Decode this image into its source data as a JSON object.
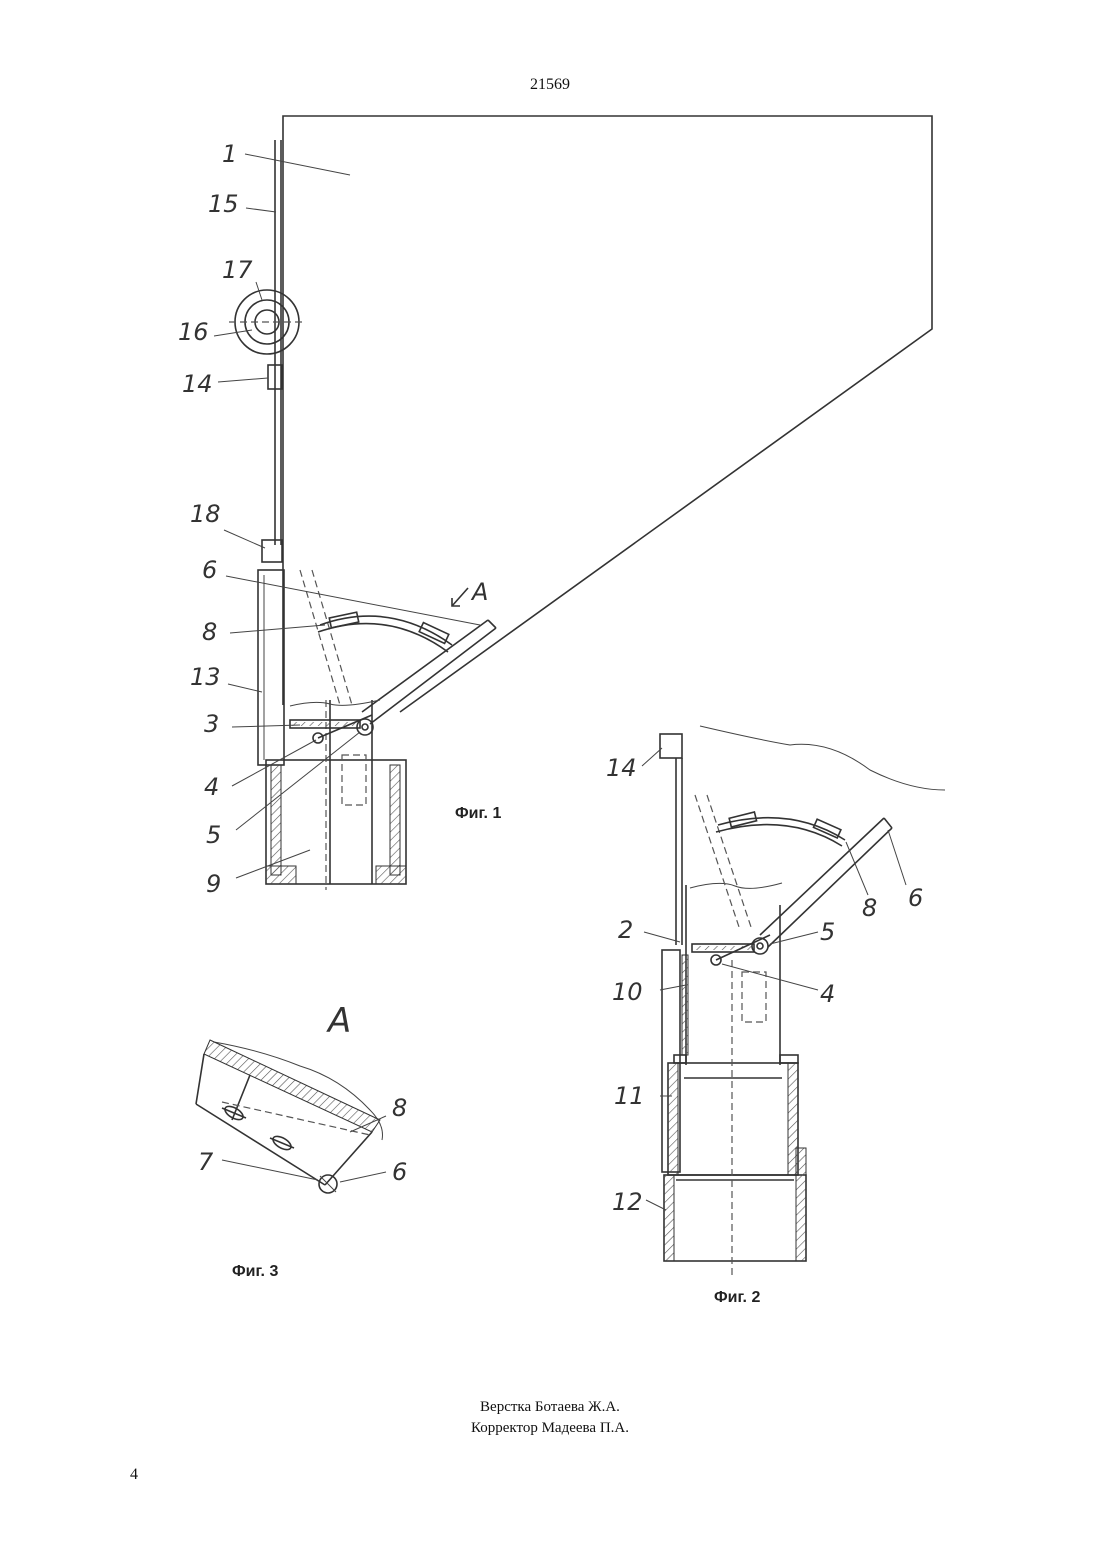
{
  "header": {
    "doc_number": "21569"
  },
  "figures": {
    "fig1": {
      "caption": "Фиг. 1",
      "view_marker": "А",
      "labels": [
        "1",
        "15",
        "17",
        "16",
        "14",
        "18",
        "6",
        "8",
        "13",
        "3",
        "4",
        "5",
        "9"
      ]
    },
    "fig2": {
      "caption": "Фиг. 2",
      "labels": [
        "14",
        "2",
        "10",
        "11",
        "12",
        "5",
        "4",
        "8",
        "6"
      ]
    },
    "fig3": {
      "caption": "Фиг. 3",
      "view_title": "А",
      "labels": [
        "8",
        "7",
        "6"
      ]
    }
  },
  "footer": {
    "layout_credit": "Верстка Ботаева Ж.А.",
    "proof_credit": "Корректор Мадеева П.А."
  },
  "page_number": "4"
}
